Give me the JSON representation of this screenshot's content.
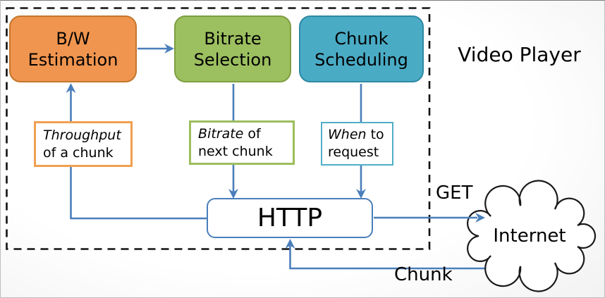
{
  "player": {
    "title": "Video Player",
    "modules": [
      {
        "name": "bw-estimation",
        "line1": "B/W",
        "line2": "Estimation",
        "fill": "#F0954F",
        "border": "#C3762B"
      },
      {
        "name": "bitrate-selection",
        "line1": "Bitrate",
        "line2": "Selection",
        "fill": "#9CBF5F",
        "border": "#7E9E41"
      },
      {
        "name": "chunk-scheduling",
        "line1": "Chunk",
        "line2": "Scheduling",
        "fill": "#4AABC5",
        "border": "#2F89A3"
      }
    ],
    "notes": {
      "throughput": {
        "italic": "Throughput",
        "after": "",
        "line2": "of a chunk",
        "border": "#F0A050"
      },
      "bitrate": {
        "italic": "Bitrate",
        "after": " of",
        "line2": "next chunk",
        "border": "#9CBE5D"
      },
      "when": {
        "italic": "When",
        "after": " to",
        "line2": "request",
        "border": "#4FAEC6"
      }
    },
    "http_label": "HTTP"
  },
  "network": {
    "internet_label": "Internet",
    "get_label": "GET",
    "chunk_label": "Chunk"
  },
  "colors": {
    "connector_blue": "#4A7EBB",
    "dashed_border": "#111111",
    "cloud_outline": "#1A1A1A",
    "cloud_fill": "#FFFFFF"
  }
}
